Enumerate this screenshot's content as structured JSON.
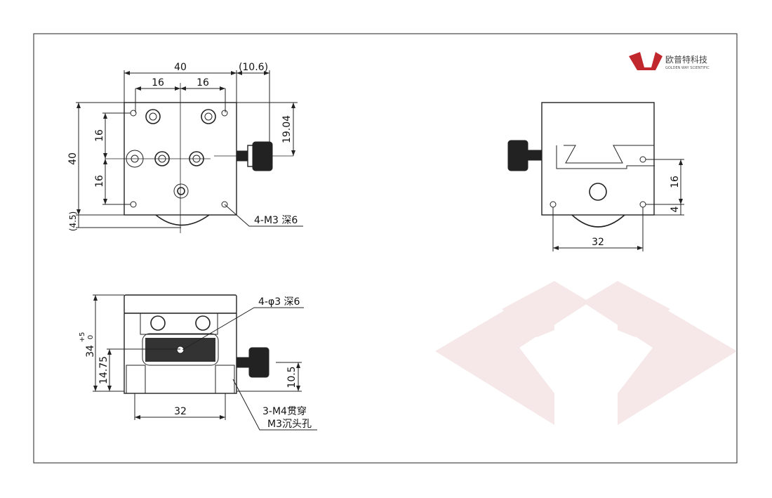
{
  "logo": {
    "name_cn": "欧普特科技",
    "name_en": "GOLDEN WAY SCIENTIFIC",
    "color": "#c0282d"
  },
  "top_view": {
    "dim_width": "40",
    "dim_knob": "(10.6)",
    "dim_hole_left": "16",
    "dim_hole_right": "16",
    "dim_height": "40",
    "dim_v_upper": "16",
    "dim_v_lower": "16",
    "dim_knob_height": "19.04",
    "dim_wheel": "(4.5)",
    "note_holes": "4-M3 深6"
  },
  "side_view": {
    "dim_v_16": "16",
    "dim_v_4": "4",
    "dim_h_32": "32"
  },
  "front_view": {
    "dim_height": "34",
    "tol_upper": "+5",
    "tol_lower": "0",
    "dim_wheel_height": "14.75",
    "dim_knob_height": "10.5",
    "dim_base": "32",
    "note_top": "4-φ3 深6",
    "note_bottom_1": "3-M4贯穿",
    "note_bottom_2": "M3沉头孔"
  }
}
